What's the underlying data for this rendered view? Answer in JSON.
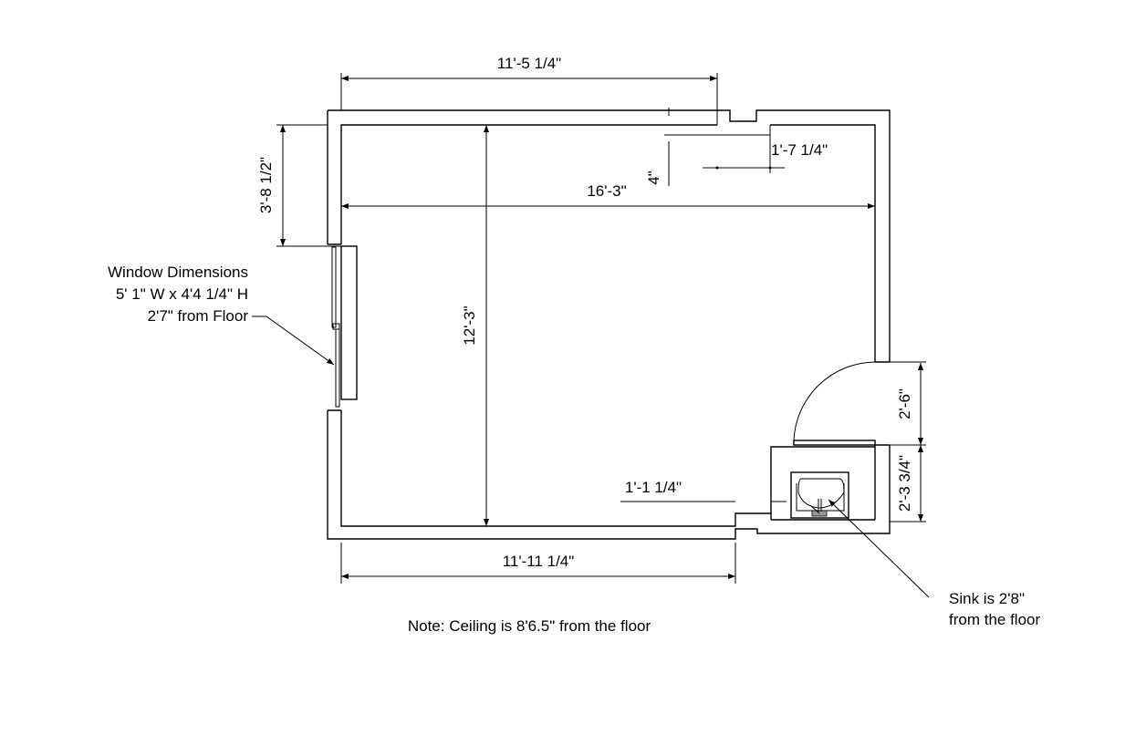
{
  "dimensions": {
    "top_width": "11'-5 1/4\"",
    "recess_width": "1'-7 1/4\"",
    "recess_depth": "4\"",
    "room_width": "16'-3\"",
    "room_depth": "12'-3\"",
    "window_offset": "3'-8 1/2\"",
    "door_width": "2'-6\"",
    "sink_offset": "2'-3 3/4\"",
    "bottom_jog": "1'-1 1/4\"",
    "bottom_width": "11'-11 1/4\""
  },
  "notes": {
    "window_title": "Window Dimensions",
    "window_size": "5' 1\" W x 4'4 1/4\" H",
    "window_height": "2'7\" from Floor",
    "sink_line1": "Sink is 2'8\"",
    "sink_line2": "from the floor",
    "ceiling": "Note: Ceiling is 8'6.5\" from the floor"
  }
}
